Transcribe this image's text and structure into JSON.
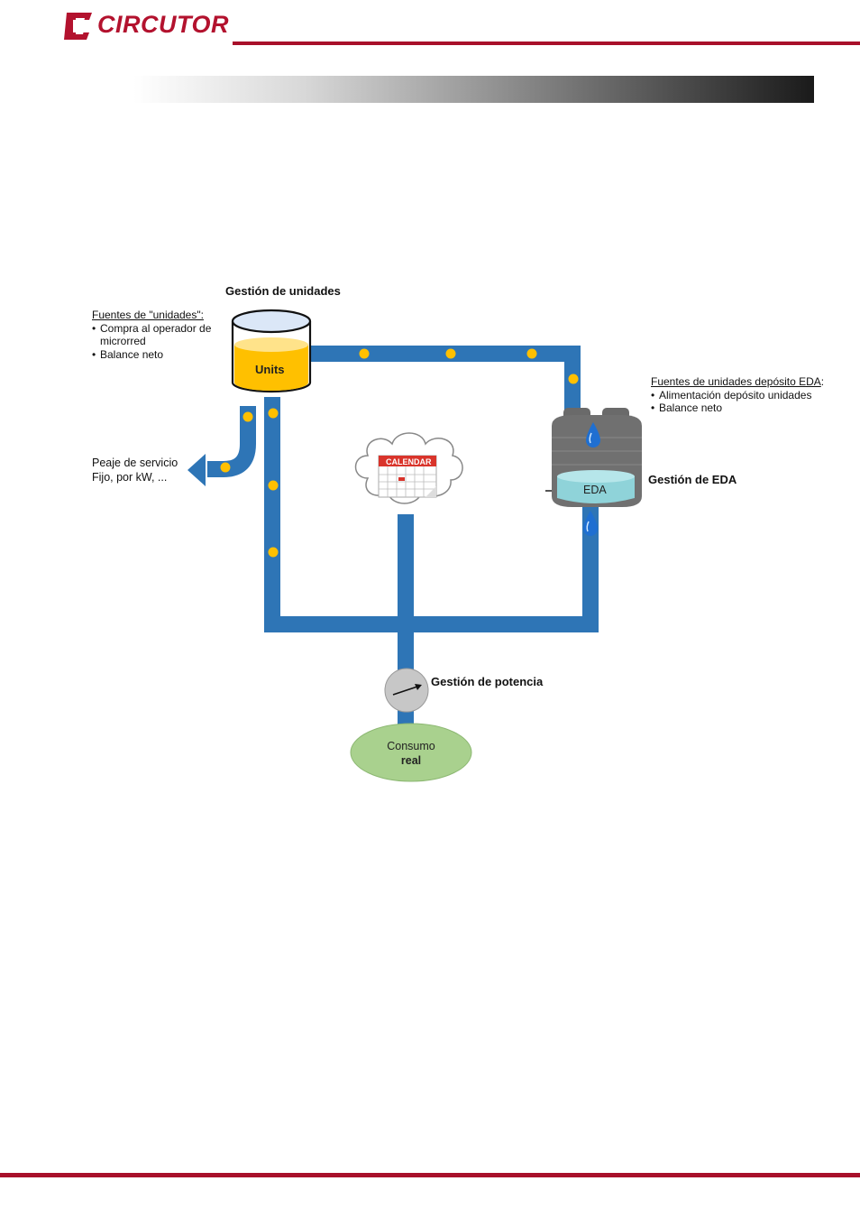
{
  "header": {
    "brand": "CIRCUTOR",
    "brand_color": "#b3122e",
    "rule_color": "#a8102a"
  },
  "diagram": {
    "units_tank": {
      "title": "Gestión de unidades",
      "label": "Units",
      "sources_title": "Fuentes de \"unidades\":",
      "sources": [
        "Compra al operador de microrred",
        "Balance neto"
      ]
    },
    "toll": {
      "line1": "Peaje de servicio",
      "line2": "Fijo, por kW, ..."
    },
    "calendar": {
      "label": "CALENDAR"
    },
    "eda_tank": {
      "title": "Gestión de EDA",
      "label": "EDA",
      "sources_title": "Fuentes de unidades depósito EDA",
      "sources_suffix": ":",
      "sources": [
        "Alimentación depósito unidades",
        "Balance neto"
      ]
    },
    "power": {
      "title": "Gestión de potencia"
    },
    "consumption": {
      "line1": "Consumo",
      "line2": "real"
    },
    "colors": {
      "pipe": "#2e75b6",
      "coin": "#ffc000",
      "units_fill": "#ffc000",
      "eda_fill": "#8fd3d9",
      "consumption": "#a9d18e"
    }
  }
}
